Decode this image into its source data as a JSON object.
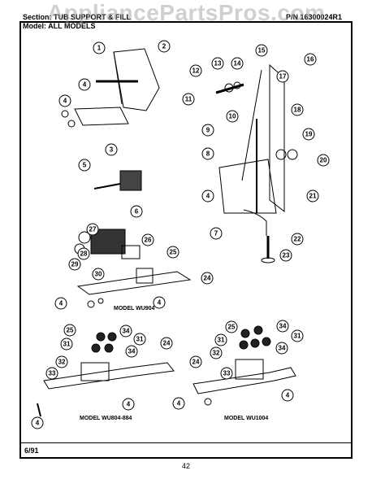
{
  "header": {
    "section": "Section: TUB SUPPORT & FILL",
    "model": "Model: ALL MODELS",
    "part_number": "P/N 16300024R1"
  },
  "watermark": "AppliancePartsPros.com",
  "callouts": [
    "1",
    "2",
    "3",
    "4",
    "5",
    "6",
    "7",
    "8",
    "9",
    "10",
    "11",
    "12",
    "13",
    "14",
    "15",
    "16",
    "17",
    "18",
    "19",
    "20",
    "21",
    "22",
    "23",
    "24",
    "25",
    "26",
    "27",
    "28",
    "29",
    "30",
    "31",
    "32",
    "33",
    "34"
  ],
  "model_labels": {
    "wu904": "MODEL WU904",
    "wu804": "MODEL WU804-884",
    "wu1004": "MODEL WU1004"
  },
  "footer": {
    "date": "6/91",
    "page": "42"
  }
}
